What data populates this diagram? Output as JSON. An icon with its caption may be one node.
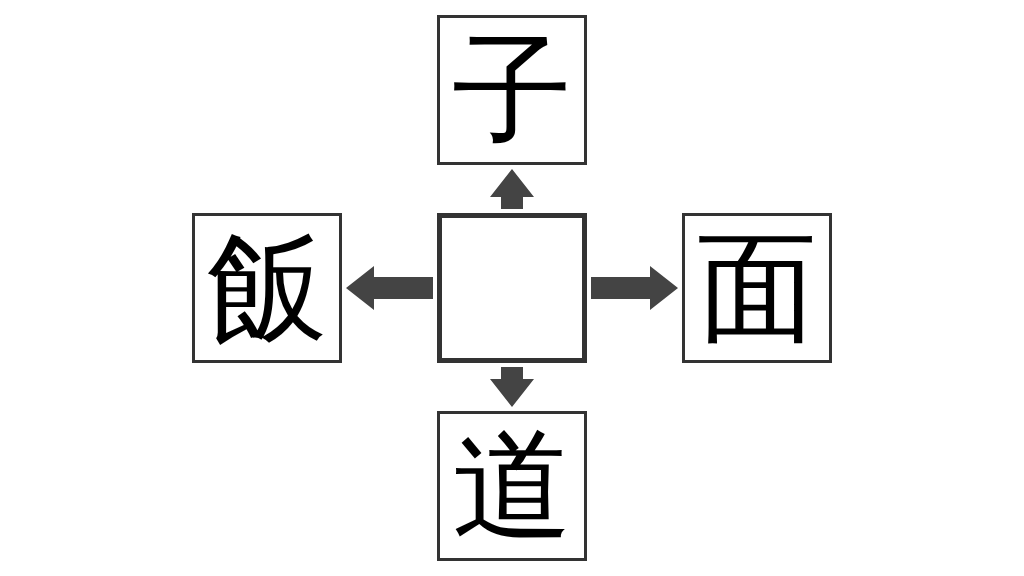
{
  "diagram": {
    "nodes": [
      {
        "text": [],
        "shape": "box"
      },
      {
        "text": [
          "子"
        ]
      },
      {
        "text": [
          "面"
        ]
      },
      {
        "text": [
          "道"
        ]
      },
      {
        "text": [
          "飯"
        ]
      }
    ],
    "edges": [
      {
        "from": 0,
        "to": 1,
        "arrow": "to"
      },
      {
        "from": 0,
        "to": 2,
        "arrow": "to"
      },
      {
        "from": 0,
        "to": 3,
        "arrow": "to"
      },
      {
        "from": 0,
        "to": 4,
        "arrow": "to"
      }
    ]
  }
}
